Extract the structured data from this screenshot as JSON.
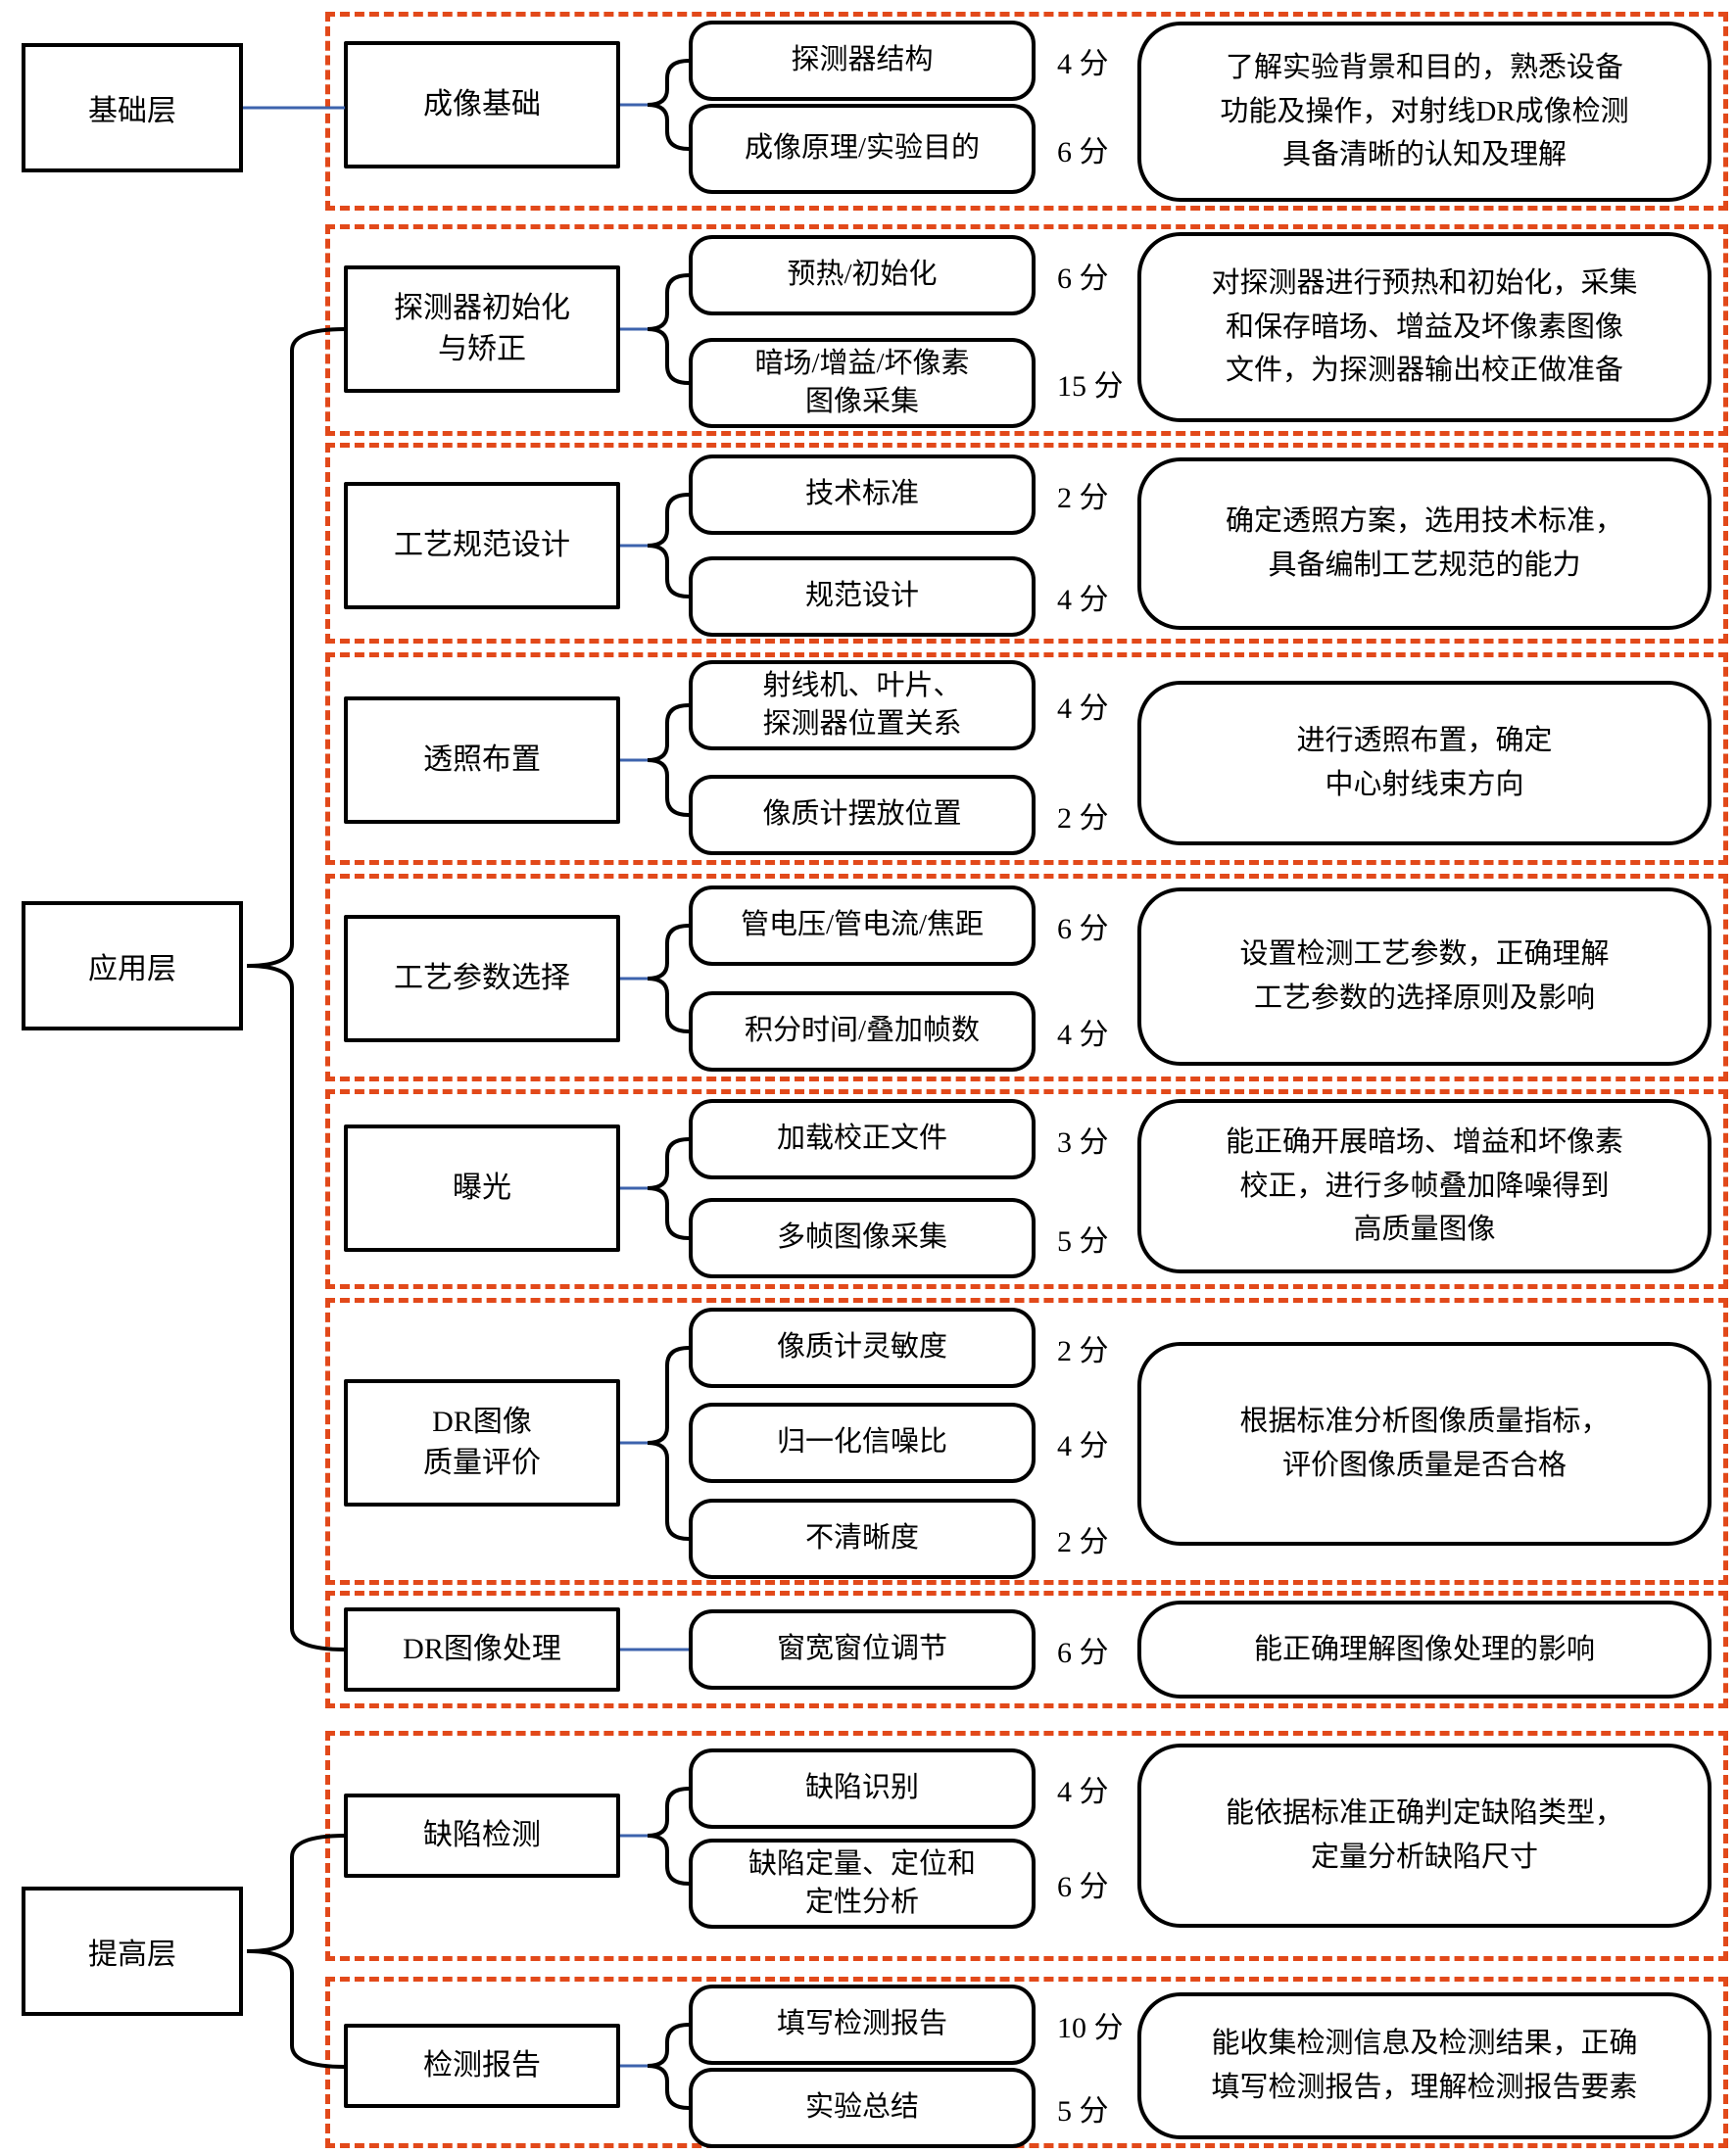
{
  "colors": {
    "dash_border": "#e2491a",
    "connector_blue": "#3d63ad",
    "box_border": "#000000"
  },
  "layers": [
    {
      "label": "基础层"
    },
    {
      "label": "应用层"
    },
    {
      "label": "提高层"
    }
  ],
  "groups": [
    {
      "module": "成像基础",
      "items": [
        {
          "label": "探测器结构",
          "score": "4 分"
        },
        {
          "label": "成像原理/实验目的",
          "score": "6 分"
        }
      ],
      "desc": "了解实验背景和目的，熟悉设备\n功能及操作，对射线DR成像检测\n具备清晰的认知及理解"
    },
    {
      "module": "探测器初始化\n与矫正",
      "items": [
        {
          "label": "预热/初始化",
          "score": "6 分"
        },
        {
          "label": "暗场/增益/坏像素\n图像采集",
          "score": "15 分"
        }
      ],
      "desc": "对探测器进行预热和初始化，采集\n和保存暗场、增益及坏像素图像\n文件，为探测器输出校正做准备"
    },
    {
      "module": "工艺规范设计",
      "items": [
        {
          "label": "技术标准",
          "score": "2 分"
        },
        {
          "label": "规范设计",
          "score": "4 分"
        }
      ],
      "desc": "确定透照方案，选用技术标准，\n具备编制工艺规范的能力"
    },
    {
      "module": "透照布置",
      "items": [
        {
          "label": "射线机、叶片、\n探测器位置关系",
          "score": "4 分"
        },
        {
          "label": "像质计摆放位置",
          "score": "2 分"
        }
      ],
      "desc": "进行透照布置，确定\n中心射线束方向"
    },
    {
      "module": "工艺参数选择",
      "items": [
        {
          "label": "管电压/管电流/焦距",
          "score": "6 分"
        },
        {
          "label": "积分时间/叠加帧数",
          "score": "4 分"
        }
      ],
      "desc": "设置检测工艺参数，正确理解\n工艺参数的选择原则及影响"
    },
    {
      "module": "曝光",
      "items": [
        {
          "label": "加载校正文件",
          "score": "3 分"
        },
        {
          "label": "多帧图像采集",
          "score": "5 分"
        }
      ],
      "desc": "能正确开展暗场、增益和坏像素\n校正，进行多帧叠加降噪得到\n高质量图像"
    },
    {
      "module": "DR图像\n质量评价",
      "items": [
        {
          "label": "像质计灵敏度",
          "score": "2 分"
        },
        {
          "label": "归一化信噪比",
          "score": "4 分"
        },
        {
          "label": "不清晰度",
          "score": "2 分"
        }
      ],
      "desc": "根据标准分析图像质量指标，\n评价图像质量是否合格"
    },
    {
      "module": "DR图像处理",
      "items": [
        {
          "label": "窗宽窗位调节",
          "score": "6 分"
        }
      ],
      "desc": "能正确理解图像处理的影响"
    },
    {
      "module": "缺陷检测",
      "items": [
        {
          "label": "缺陷识别",
          "score": "4 分"
        },
        {
          "label": "缺陷定量、定位和\n定性分析",
          "score": "6 分"
        }
      ],
      "desc": "能依据标准正确判定缺陷类型，\n定量分析缺陷尺寸"
    },
    {
      "module": "检测报告",
      "items": [
        {
          "label": "填写检测报告",
          "score": "10 分"
        },
        {
          "label": "实验总结",
          "score": "5 分"
        }
      ],
      "desc": "能收集检测信息及检测结果，正确\n填写检测报告，理解检测报告要素"
    }
  ]
}
